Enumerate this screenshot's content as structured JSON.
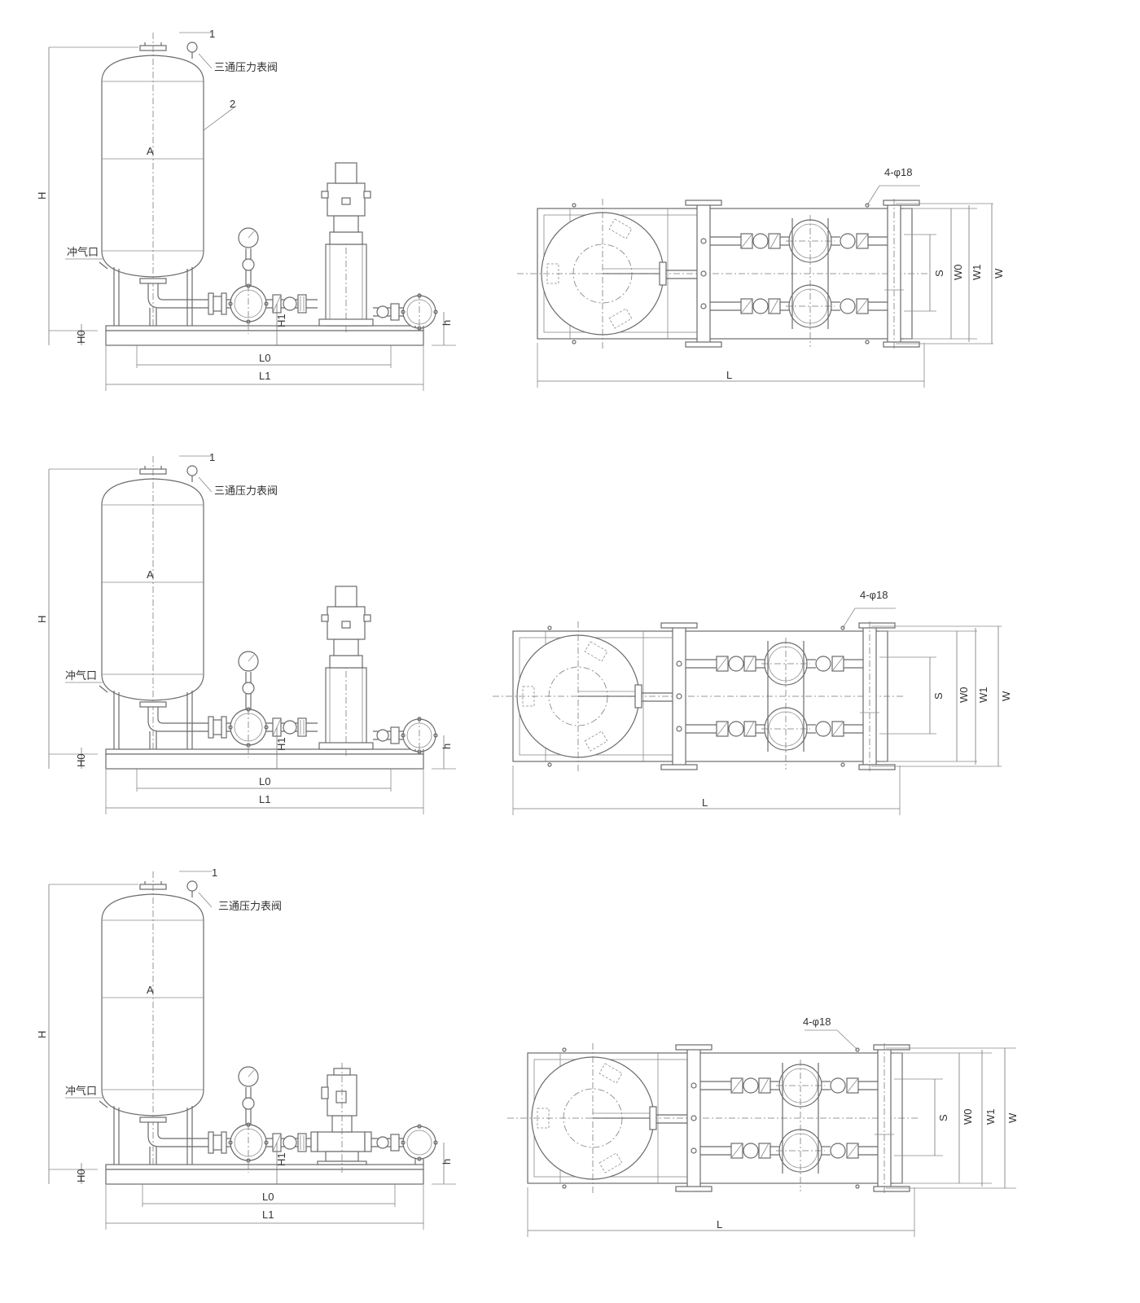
{
  "labels": {
    "item1": "1",
    "item2": "2",
    "valve": "三通压力表阀",
    "vent": "冲气口",
    "A": "A",
    "H": "H",
    "H0": "H0",
    "H1": "H1",
    "h": "h",
    "L0": "L0",
    "L1": "L1",
    "L": "L",
    "S": "S",
    "W0": "W0",
    "W1": "W1",
    "W": "W",
    "bolts": "4-φ18"
  },
  "colors": {
    "line": "#6b6b6b",
    "background": "#ffffff"
  }
}
